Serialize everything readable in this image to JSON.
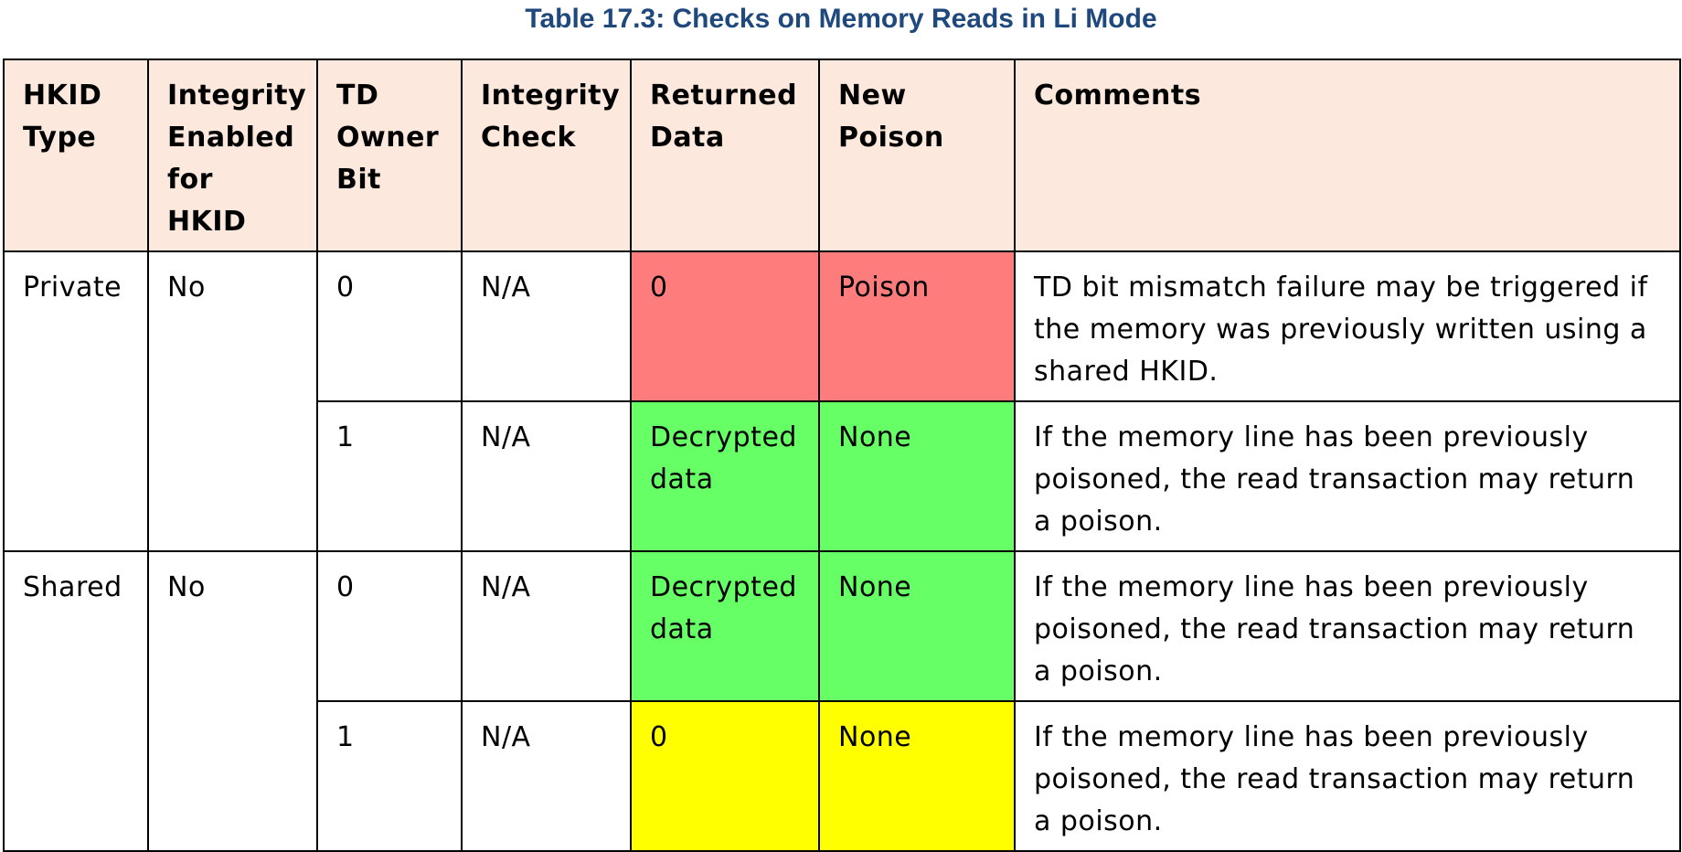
{
  "caption": "Table 17.3:  Checks on Memory Reads in Li Mode",
  "columns": [
    "HKID Type",
    "Integrity Enabled for HKID",
    "TD Owner Bit",
    "Integrity Check",
    "Returned Data",
    "New Poison",
    "Comments"
  ],
  "groups": [
    {
      "hkid_type": "Private",
      "integrity_enabled": "No",
      "rows": [
        {
          "td_owner_bit": "0",
          "integrity_check": "N/A",
          "returned_data": "0",
          "new_poison": "Poison",
          "comments": "TD bit mismatch failure may be triggered if the memory was previously written using a shared HKID.",
          "highlight": "#ff7c7c"
        },
        {
          "td_owner_bit": "1",
          "integrity_check": "N/A",
          "returned_data": "Decrypted data",
          "new_poison": "None",
          "comments": "If the memory line has been previously poisoned, the read transaction may return a poison.",
          "highlight": "#66ff66"
        }
      ]
    },
    {
      "hkid_type": "Shared",
      "integrity_enabled": "No",
      "rows": [
        {
          "td_owner_bit": "0",
          "integrity_check": "N/A",
          "returned_data": "Decrypted data",
          "new_poison": "None",
          "comments": "If the memory line has been previously poisoned, the read transaction may return a poison.",
          "highlight": "#66ff66"
        },
        {
          "td_owner_bit": "1",
          "integrity_check": "N/A",
          "returned_data": "0",
          "new_poison": "None",
          "comments": "If the memory line has been previously poisoned, the read transaction may return a poison.",
          "highlight": "#ffff00"
        }
      ]
    }
  ],
  "colors": {
    "caption": "#1f497d",
    "header_background": "#fce8dc",
    "poison_red": "#ff7c7c",
    "ok_green": "#66ff66",
    "zero_yellow": "#ffff00"
  }
}
